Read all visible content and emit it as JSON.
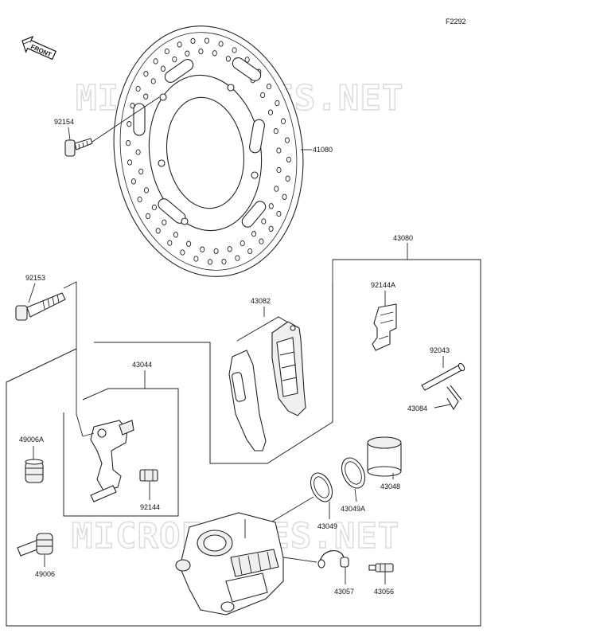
{
  "figure_code": "F2292",
  "front_label": "FRONT",
  "watermark": "MICROFICHES.NET",
  "parts": {
    "p41080": "41080",
    "p92154": "92154",
    "p43080": "43080",
    "p92153": "92153",
    "p43082": "43082",
    "p92144A": "92144A",
    "p92043": "92043",
    "p43084": "43084",
    "p43044": "43044",
    "p49006A": "49006A",
    "p92144": "92144",
    "p43048": "43048",
    "p43049A": "43049A",
    "p43049": "43049",
    "p49006": "49006",
    "p43057": "43057",
    "p43056": "43056"
  }
}
